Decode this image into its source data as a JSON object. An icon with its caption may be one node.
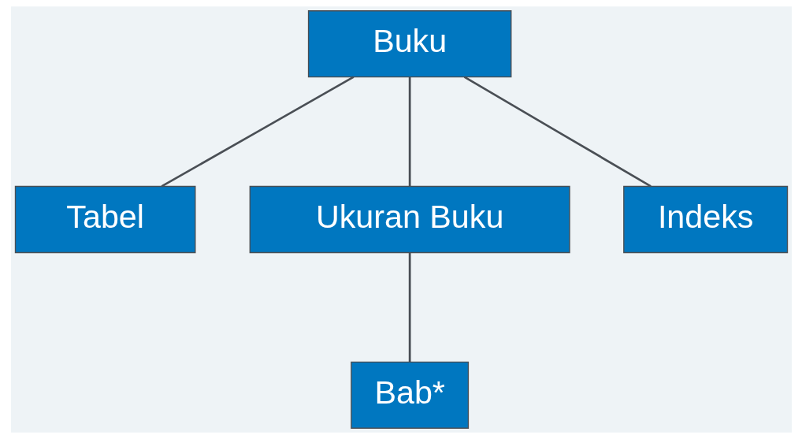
{
  "diagram": {
    "nodes": [
      {
        "text": [
          "Buku"
        ]
      },
      {
        "text": [
          "Tabel"
        ]
      },
      {
        "text": [
          "Ukuran Buku"
        ]
      },
      {
        "text": [
          "Indeks"
        ]
      },
      {
        "text": [
          "Bab*"
        ]
      }
    ],
    "edges": [
      {
        "from": 0,
        "to": 1,
        "arrow": "none"
      },
      {
        "from": 0,
        "to": 2,
        "arrow": "none"
      },
      {
        "from": 0,
        "to": 3,
        "arrow": "none"
      },
      {
        "from": 2,
        "to": 4,
        "arrow": "none"
      }
    ]
  }
}
